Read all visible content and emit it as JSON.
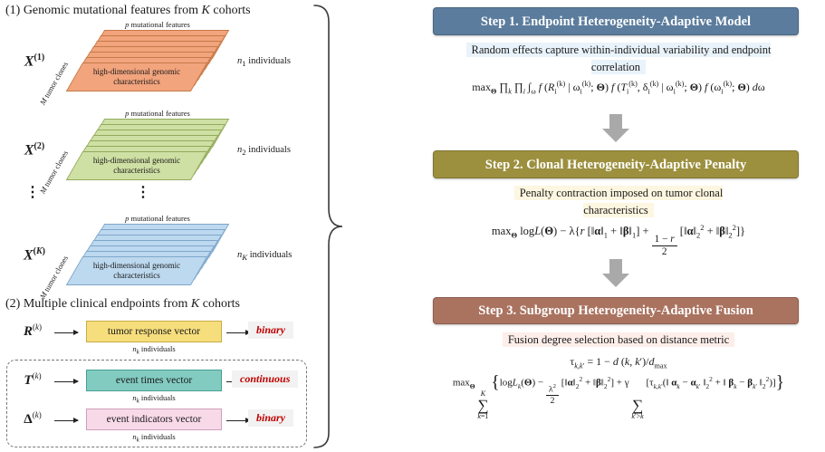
{
  "colors": {
    "step1_header": "#5b7c9d",
    "step1_desc_bg": "#e9f3fb",
    "step2_header": "#9c8f3e",
    "step2_desc_bg": "#fdf6e0",
    "step3_header": "#aa7360",
    "step3_desc_bg": "#fdeeea",
    "deck1_fill": "#f2a47d",
    "deck1_edge": "#c57a48",
    "deck2_fill": "#cfe0a4",
    "deck2_edge": "#93aa5c",
    "deck3_fill": "#bdd9ef",
    "deck3_edge": "#7ea7ca",
    "response_fill": "#f6de7d",
    "response_edge": "#c8ad45",
    "times_fill": "#82cbc1",
    "times_edge": "#45a093",
    "indicators_fill": "#f8d9e8",
    "indicators_edge": "#cf9fba",
    "endpoint_type_color": "#c00000",
    "endpoint_type_bg": "#f2f2f2",
    "flow_arrow": "#a9a9a9"
  },
  "left": {
    "section1_title": "(1) Genomic mutational features from <i>K</i> cohorts",
    "section2_title": "(2) Multiple clinical endpoints from <i>K</i> cohorts",
    "dots": "⋮",
    "cohorts": [
      {
        "symbol": "<b><i>X</i></b><sup>(1)</sup>",
        "top_label": "<i>p</i> mutational features",
        "side_label": "<i>M</i> tumor clones",
        "body": "high-dimensional genomic characteristics",
        "n_label": "<i>n</i><sub>1</sub> individuals"
      },
      {
        "symbol": "<b><i>X</i></b><sup>(2)</sup>",
        "top_label": "<i>p</i> mutational features",
        "side_label": "<i>M</i> tumor clones",
        "body": "high-dimensional genomic characteristics",
        "n_label": "<i>n</i><sub>2</sub> individuals"
      },
      {
        "symbol": "<b><i>X</i></b><sup>(<i>K</i>)</sup>",
        "top_label": "<i>p</i> mutational features",
        "side_label": "<i>M</i> tumor clones",
        "body": "high-dimensional genomic characteristics",
        "n_label": "<i>n</i><sub><i>K</i></sub> individuals"
      }
    ],
    "endpoints": [
      {
        "symbol": "<b><i>R</i></b><sup>(<i>k</i>)</sup>",
        "box": "tumor response vector",
        "n_label": "<i>n</i><sub><i>k</i></sub> individuals",
        "type": "binary"
      },
      {
        "symbol": "<b><i>T</i></b><sup>(<i>k</i>)</sup>",
        "box": "event times vector",
        "n_label": "<i>n</i><sub><i>k</i></sub> individuals",
        "type": "continuous"
      },
      {
        "symbol": "<b>Δ</b><sup>(<i>k</i>)</sup>",
        "box": "event indicators vector",
        "n_label": "<i>n</i><sub><i>k</i></sub> individuals",
        "type": "binary"
      }
    ]
  },
  "right": {
    "steps": [
      {
        "title": "Step 1. Endpoint Heterogeneity-Adaptive Model",
        "desc": "Random effects capture within-individual variability and endpoint correlation",
        "formula": "max<sub><b>Θ</b></sub> ∏<sub><i>k</i></sub> ∏<sub><i>i</i></sub> ∫<sub>ω</sub> <i>f</i> (<i>R</i><sub>i</sub><sup>(k)</sup> | ω<sub>i</sub><sup>(k)</sup>; <b>Θ</b>) <i>f</i> (<i>T</i><sub>i</sub><sup>(k)</sup>, δ<sub>i</sub><sup>(k)</sup> | ω<sub>i</sub><sup>(k)</sup>; <b>Θ</b>) <i>f</i> (ω<sub>i</sub><sup>(k)</sup>; <b>Θ</b>) <i>d</i>ω"
      },
      {
        "title": "Step 2. Clonal Heterogeneity-Adaptive Penalty",
        "desc": "Penalty contraction imposed on tumor clonal characteristics",
        "formula": "max<sub><b>Θ</b></sub> log<i>L</i>(<b>Θ</b>) − λ{<i>r</i> [‖<b>α</b>‖<sub>1</sub> + ‖<b>β</b>‖<sub>1</sub>] + <span class=\"frac\"><span>1 − <i>r</i></span><span>2</span></span> [‖<b>α</b>‖<sub>2</sub><sup>2</sup> + ‖<b>β</b>‖<sub>2</sub><sup>2</sup>]}"
      },
      {
        "title": "Step 3. Subgroup Heterogeneity-Adaptive Fusion",
        "desc": "Fusion degree selection based on distance metric",
        "formula_tau": "τ<sub><i>k</i>,<i>k</i>′</sub> = 1 − <i>d</i> (<i>k</i>, <i>k</i>′)/<i>d</i><sub>max</sub>",
        "formula": "max<sub><b>Θ</b></sub> <span class=\"sum\"><span class=\"lim\"><i>K</i></span><span class=\"op\">∑</span><span class=\"lim\"><i>k</i>=1</span></span> <span class=\"big\">{</span>log<i>L</i><sub><i>k</i></sub>(<b>Θ</b>) − <span class=\"frac\"><span>λ<sup>2</sup></span><span>2</span></span> [‖<b>α</b>‖<sub>2</sub><sup>2</sup> + ‖<b>β</b>‖<sub>2</sub><sup>2</sup>] + γ <span class=\"sum\"><span class=\"lim\">&nbsp;</span><span class=\"op\">∑</span><span class=\"lim\"><i>k</i>′&gt;<i>k</i></span></span> [τ<sub><i>k</i>,<i>k</i>′</sub>(‖ <b>α</b><sub><i>k</i></sub> − <b>α</b><sub><i>k</i>′</sub> ‖<sub>2</sub><sup>2</sup> + ‖ <b>β</b><sub><i>k</i></sub> − <b>β</b><sub><i>k</i>′</sub> ‖<sub>2</sub><sup>2</sup>)]<span class=\"big\">}</span>"
      }
    ]
  }
}
